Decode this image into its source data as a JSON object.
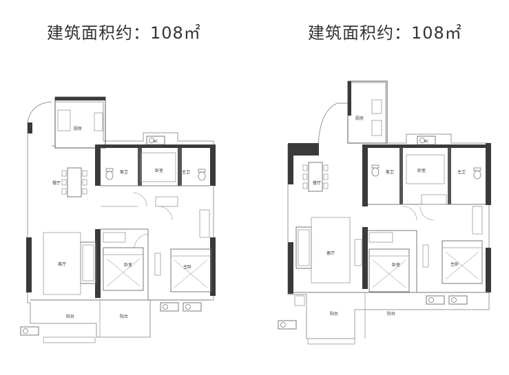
{
  "plans": [
    {
      "area_label": "建筑面积约：108㎡",
      "rooms": {
        "kitchen": "厨房",
        "guest_bath": "客卫",
        "bedroom_top": "卧室",
        "master_bath": "主卫",
        "dining": "餐厅",
        "living": "客厅",
        "bedroom_mid": "卧室",
        "master_bed": "主卧",
        "balcony_left": "阳台",
        "balcony_right": "阳台",
        "ac": "AC"
      }
    },
    {
      "area_label": "建筑面积约：108㎡",
      "rooms": {
        "kitchen": "厨房",
        "guest_bath": "客卫",
        "bedroom_top": "卧室",
        "master_bath": "主卫",
        "dining": "餐厅",
        "living": "客厅",
        "bedroom_mid": "卧室",
        "master_bed": "主卧",
        "balcony_left": "阳台",
        "balcony_right": "阳台",
        "ac": "AC"
      }
    }
  ],
  "colors": {
    "wall": "#3a3a3a",
    "thin_line": "#9a9a9a",
    "furniture": "#777777"
  }
}
